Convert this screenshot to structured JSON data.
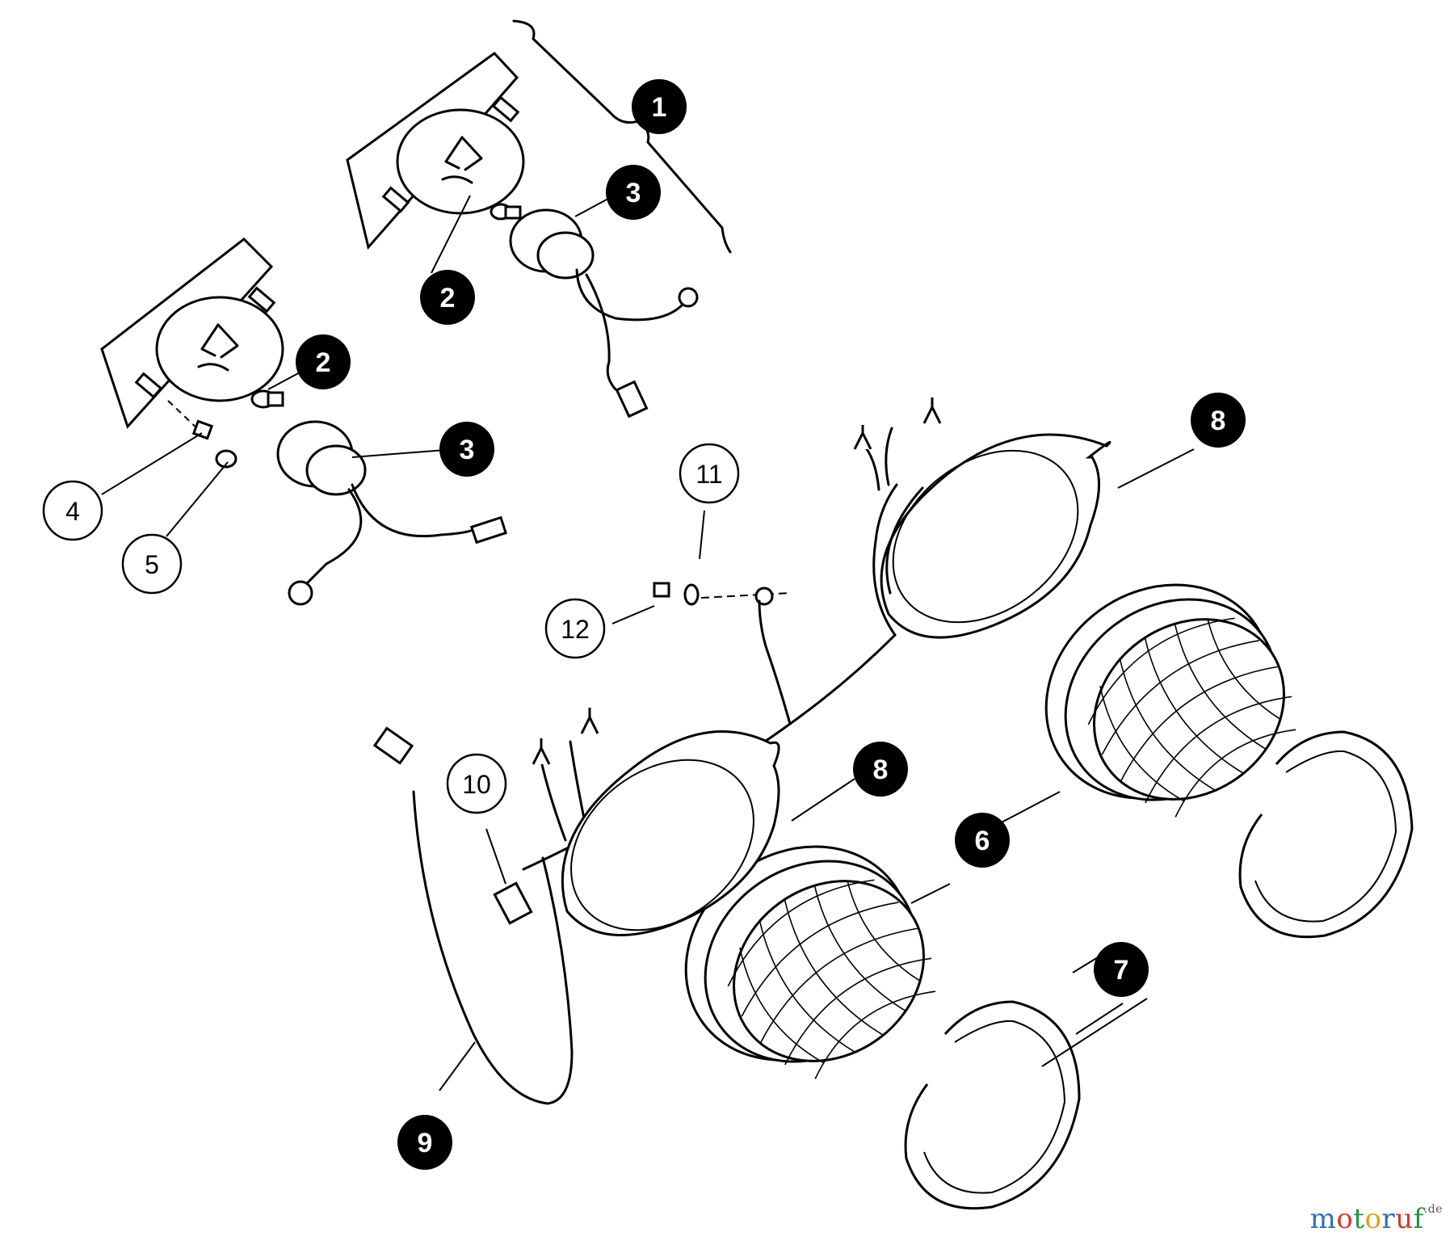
{
  "callouts": [
    {
      "id": "c1",
      "label": "1",
      "style": "solid"
    },
    {
      "id": "c2a",
      "label": "2",
      "style": "solid"
    },
    {
      "id": "c2b",
      "label": "2",
      "style": "solid"
    },
    {
      "id": "c3a",
      "label": "3",
      "style": "solid"
    },
    {
      "id": "c3b",
      "label": "3",
      "style": "solid"
    },
    {
      "id": "c4",
      "label": "4",
      "style": "open"
    },
    {
      "id": "c5",
      "label": "5",
      "style": "open"
    },
    {
      "id": "c6",
      "label": "6",
      "style": "solid"
    },
    {
      "id": "c7",
      "label": "7",
      "style": "solid"
    },
    {
      "id": "c8a",
      "label": "8",
      "style": "solid"
    },
    {
      "id": "c8b",
      "label": "8",
      "style": "solid"
    },
    {
      "id": "c9",
      "label": "9",
      "style": "solid"
    },
    {
      "id": "c10",
      "label": "10",
      "style": "open"
    },
    {
      "id": "c11",
      "label": "11",
      "style": "open"
    },
    {
      "id": "c12",
      "label": "12",
      "style": "open"
    }
  ],
  "watermark": {
    "letters": [
      {
        "ch": "m",
        "color": "#2e6fb5"
      },
      {
        "ch": "o",
        "color": "#d43a2f"
      },
      {
        "ch": "t",
        "color": "#2a8f3a"
      },
      {
        "ch": "o",
        "color": "#e0a21b"
      },
      {
        "ch": "r",
        "color": "#2e6fb5"
      },
      {
        "ch": "u",
        "color": "#d43a2f"
      },
      {
        "ch": "f",
        "color": "#2a8f3a"
      }
    ],
    "tld": ".de"
  }
}
